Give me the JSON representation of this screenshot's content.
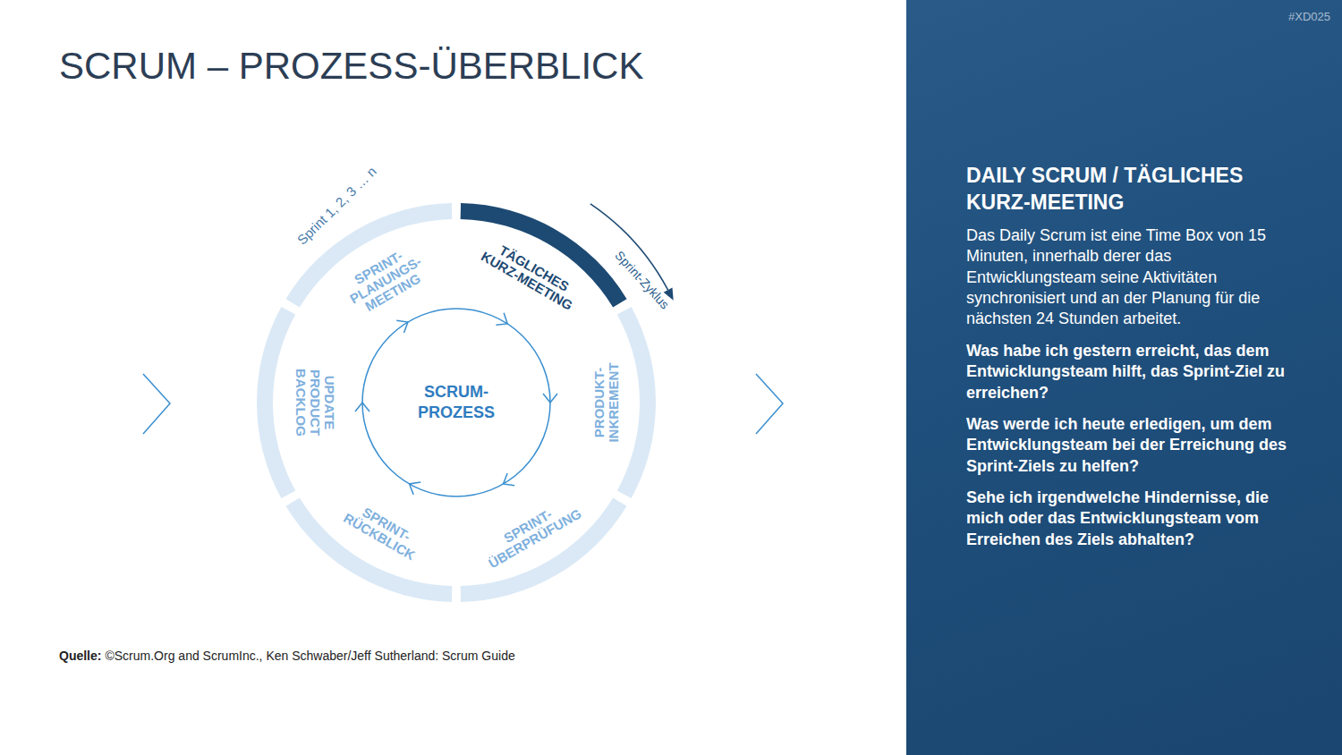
{
  "diagram": {
    "title": "SCRUM – PROZESS-ÜBERBLICK",
    "nodes": [
      {
        "text": [
          "SPRINT- PLANUNGS- MEETING"
        ]
      },
      {
        "text": [
          "TÄGLICHES KURZ-MEETING"
        ]
      },
      {
        "text": [
          "PRODUKT- INKREMENT"
        ]
      },
      {
        "text": [
          "SPRINT- ÜBERPRÜFUNG"
        ]
      },
      {
        "text": [
          "SPRINT- RÜCKBLICK"
        ]
      },
      {
        "text": [
          "UPDATE PRODUCT BACKLOG"
        ]
      },
      {
        "text": [
          "SCRUM- PROZESS"
        ]
      },
      {
        "text": [
          "DAILY SCRUM / TÄGLICHES KURZ-MEETING",
          "Das Daily Scrum ist eine Time Box von 15 Minuten, innerhalb derer das Entwicklungsteam seine Aktivitäten synchronisiert und an der Planung für die nächsten 24 Stunden arbeitet.",
          "Was habe ich gestern erreicht, das dem Entwicklungsteam hilft, das Sprint-Ziel zu erreichen?",
          "Was werde ich heute erledigen, um dem Entwicklungsteam bei der Erreichung des Sprint-Ziels zu helfen?",
          "Sehe ich irgendwelche Hindernisse, die mich oder das Entwicklungsteam vom Erreichen des Ziels abhalten?"
        ]
      }
    ],
    "labels": [
      "Sprint 1, 2, 3 … n",
      "Sprint-Zyklus",
      "Quelle:",
      "©Scrum.Org and ScrumInc., Ken Schwaber/Jeff Sutherland: Scrum Guide",
      "#XD025"
    ]
  }
}
